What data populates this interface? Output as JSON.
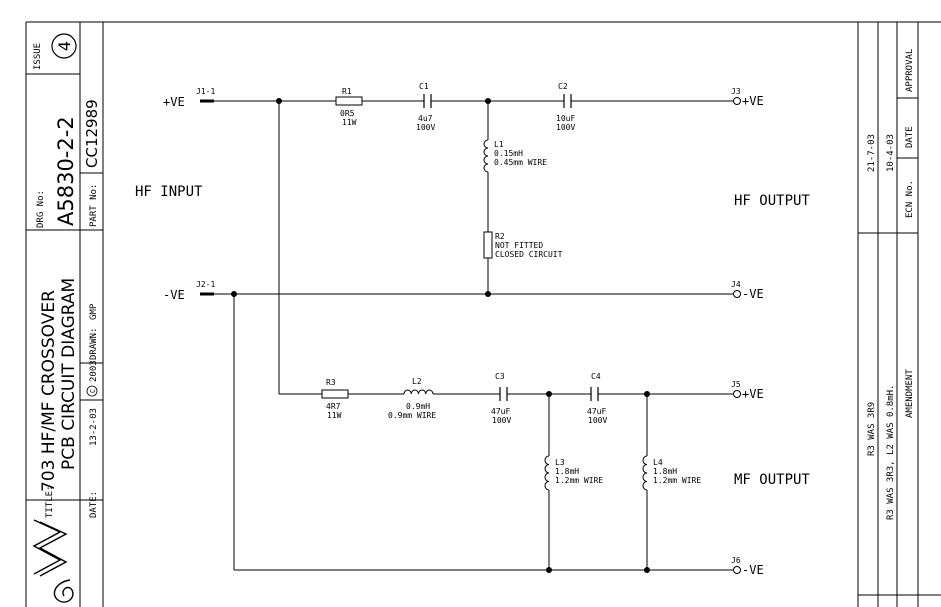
{
  "title_block": {
    "issue_label": "ISSUE",
    "issue_number": "4",
    "drg_label": "DRG No:",
    "drg_number": "A5830-2-2",
    "part_label": "PART No:",
    "part_number": "CC12989",
    "title_label": "TITLE:",
    "title_line1": "703 HF/MF CROSSOVER",
    "title_line2": "PCB CIRCUIT DIAGRAM",
    "drawn_label": "DRAWN:",
    "drawn_by": "GMP",
    "copyright": "2003",
    "copyright_symbol": "C",
    "date_label": "DATE:",
    "date": "13-2-03"
  },
  "circuit": {
    "hf_input_label": "HF INPUT",
    "hf_output_label": "HF OUTPUT",
    "mf_output_label": "MF OUTPUT",
    "pos_label": "+VE",
    "neg_label": "-VE",
    "j1": "J1-1",
    "j2": "J2-1",
    "j3": "J3",
    "j4": "J4",
    "j5": "J5",
    "j6": "J6",
    "out_pos": "+VE",
    "out_neg": "-VE",
    "r1": {
      "ref": "R1",
      "v1": "0R5",
      "v2": "11W"
    },
    "c1": {
      "ref": "C1",
      "v1": "4u7",
      "v2": "100V"
    },
    "c2": {
      "ref": "C2",
      "v1": "10uF",
      "v2": "100V"
    },
    "l1": {
      "ref": "L1",
      "v1": "0.15mH",
      "v2": "0.45mm WIRE"
    },
    "r2": {
      "ref": "R2",
      "v1": "NOT FITTED",
      "v2": "CLOSED CIRCUIT"
    },
    "r3": {
      "ref": "R3",
      "v1": "4R7",
      "v2": "11W"
    },
    "l2": {
      "ref": "L2",
      "v1": "0.9mH",
      "v2": "0.9mm WIRE"
    },
    "c3": {
      "ref": "C3",
      "v1": "47uF",
      "v2": "100V"
    },
    "c4": {
      "ref": "C4",
      "v1": "47uF",
      "v2": "100V"
    },
    "l3": {
      "ref": "L3",
      "v1": "1.8mH",
      "v2": "1.2mm WIRE"
    },
    "l4": {
      "ref": "L4",
      "v1": "1.8mH",
      "v2": "1.2mm WIRE"
    }
  },
  "revision_block": {
    "rows": [
      {
        "date": "21-7-03",
        "amendment": "R3 WAS 3R9"
      },
      {
        "date": "10-4-03",
        "amendment": "R3 WAS 3R3, L2 WAS 0.8mH."
      }
    ],
    "date_header": "DATE",
    "ecn_header": "ECN No.",
    "amendment_header": "AMENDMENT",
    "approval_header": "APPROVAL"
  }
}
